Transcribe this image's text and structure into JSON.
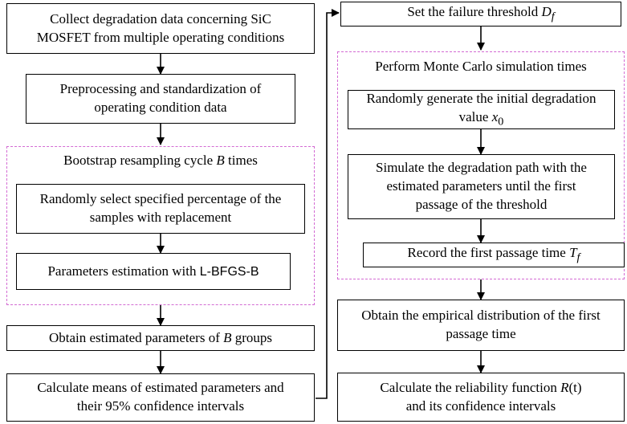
{
  "left_column": {
    "collect": {
      "line1": "Collect degradation data concerning SiC",
      "line2": "MOSFET from multiple operating conditions"
    },
    "preprocess": {
      "line1": "Preprocessing and standardization of",
      "line2": "operating condition data"
    },
    "bootstrap": {
      "title_prefix": "Bootstrap resampling cycle ",
      "title_var": "B",
      "title_suffix": " times",
      "select": {
        "line1": "Randomly select specified percentage of the",
        "line2": "samples with replacement"
      },
      "estimate": {
        "text": "Parameters estimation with ",
        "method": "L-BFGS-B"
      }
    },
    "obtain_params": {
      "prefix": "Obtain estimated parameters of ",
      "var": "B",
      "suffix": " groups"
    },
    "calc_means": {
      "line1": "Calculate means of estimated parameters and",
      "line2": "their 95% confidence intervals"
    }
  },
  "right_column": {
    "threshold": {
      "text": "Set the failure threshold ",
      "var": "D",
      "sub": "f"
    },
    "monte_carlo": {
      "title": "Perform Monte Carlo simulation times",
      "init": {
        "line1": "Randomly generate the initial degradation",
        "line2_prefix": "value ",
        "var": "x",
        "sub": "0"
      },
      "simulate": {
        "line1": "Simulate the degradation path with the",
        "line2": "estimated parameters until the first",
        "line3": "passage of the threshold"
      },
      "record": {
        "text": "Record the first passage time ",
        "var": "T",
        "sub": "f"
      }
    },
    "empirical": {
      "line1": "Obtain the empirical distribution of the first",
      "line2": "passage time"
    },
    "reliability": {
      "line1_prefix": "Calculate the reliability function ",
      "var": "R",
      "arg": "(t)",
      "line2": "and its confidence intervals"
    }
  },
  "colors": {
    "box_border": "#000000",
    "group_border": "#d36bd3",
    "arrow": "#000000"
  }
}
